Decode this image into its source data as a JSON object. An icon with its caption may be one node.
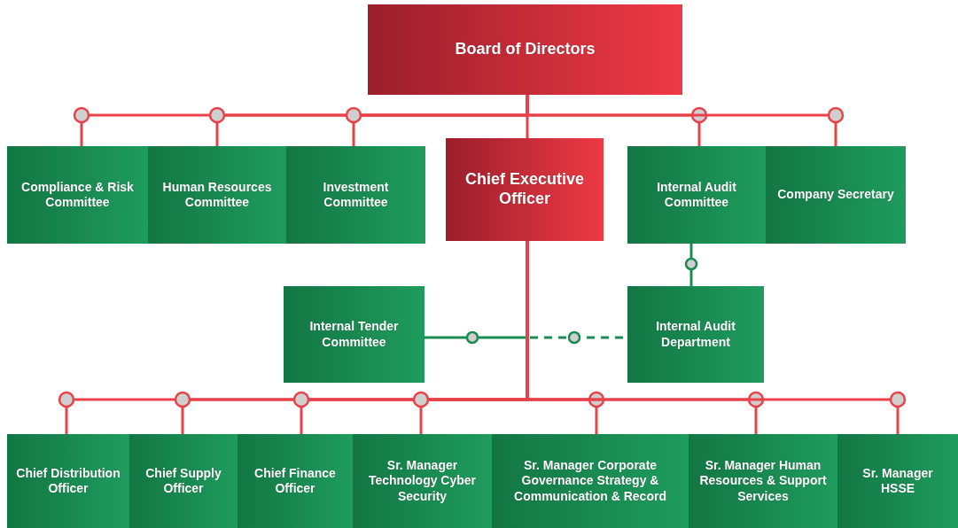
{
  "diagram": {
    "nodes": [
      {
        "text": [
          "Board of Directors"
        ]
      },
      {
        "text": [
          "Compliance & Risk Committee"
        ]
      },
      {
        "text": [
          "Human Resources Committee"
        ]
      },
      {
        "text": [
          "Investment Committee"
        ]
      },
      {
        "text": [
          "Chief Executive Officer"
        ]
      },
      {
        "text": [
          "Internal Audit Committee"
        ]
      },
      {
        "text": [
          "Company Secretary"
        ]
      },
      {
        "text": [
          "Internal Tender Committee"
        ]
      },
      {
        "text": [
          "Internal Audit Department"
        ]
      },
      {
        "text": [
          "Chief Distribution Officer"
        ]
      },
      {
        "text": [
          "Chief Supply Officer"
        ]
      },
      {
        "text": [
          "Chief Finance Officer"
        ]
      },
      {
        "text": [
          "Sr. Manager Technology Cyber Security"
        ]
      },
      {
        "text": [
          "Sr. Manager Corporate Governance Strategy & Communication & Record"
        ]
      },
      {
        "text": [
          "Sr. Manager Human Resources & Support Services"
        ]
      },
      {
        "text": [
          "Sr. Manager HSSE"
        ]
      }
    ],
    "edges": [
      {
        "from": 0,
        "to": 1,
        "arrow": "none"
      },
      {
        "from": 0,
        "to": 2,
        "arrow": "none"
      },
      {
        "from": 0,
        "to": 3,
        "arrow": "none"
      },
      {
        "from": 0,
        "to": 5,
        "arrow": "none"
      },
      {
        "from": 0,
        "to": 6,
        "arrow": "none"
      },
      {
        "from": 0,
        "to": 4,
        "arrow": "none"
      },
      {
        "from": 5,
        "to": 8,
        "arrow": "none",
        "color": "#1a8c50"
      },
      {
        "from": 4,
        "to": 7,
        "arrow": "none",
        "color": "#1a8c50"
      },
      {
        "from": 4,
        "to": 8,
        "arrow": "none",
        "style": "dashed",
        "color": "#1a8c50"
      },
      {
        "from": 4,
        "to": 9,
        "arrow": "none"
      },
      {
        "from": 4,
        "to": 10,
        "arrow": "none"
      },
      {
        "from": 4,
        "to": 11,
        "arrow": "none"
      },
      {
        "from": 4,
        "to": 12,
        "arrow": "none"
      },
      {
        "from": 4,
        "to": 13,
        "arrow": "none"
      },
      {
        "from": 4,
        "to": 14,
        "arrow": "none"
      },
      {
        "from": 4,
        "to": 15,
        "arrow": "none"
      }
    ]
  }
}
